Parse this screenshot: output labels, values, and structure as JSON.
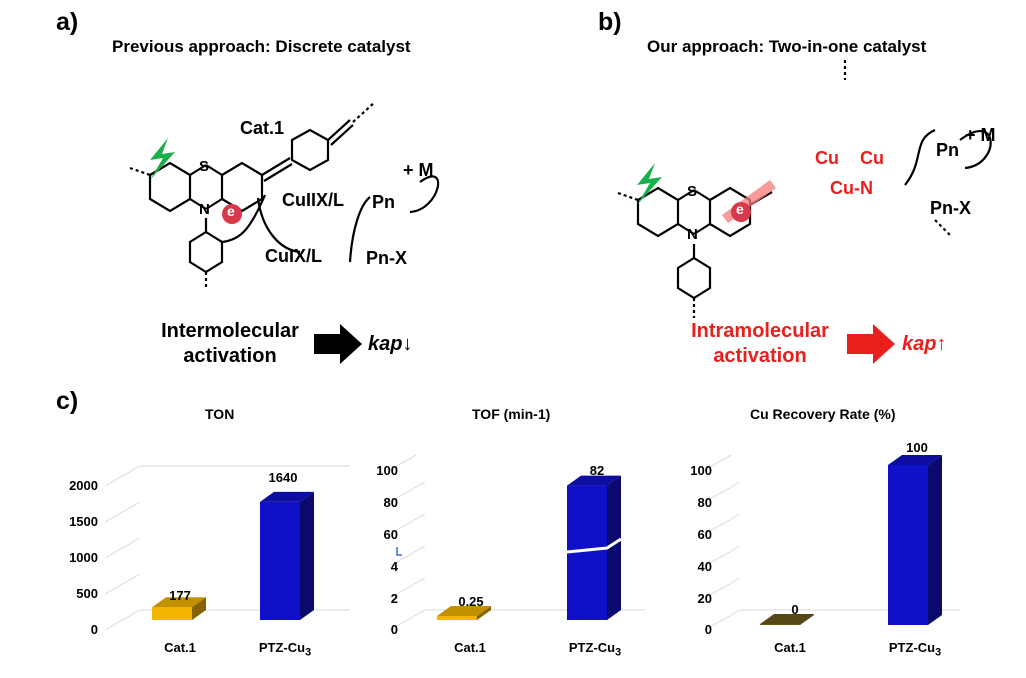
{
  "panels": {
    "a": "a)",
    "b": "b)",
    "c": "c)"
  },
  "scheme_a": {
    "title": "Previous approach: Discrete catalyst",
    "cat_label": "Cat.1",
    "cu2": "CuIIX/L",
    "cu1": "CuIX/L",
    "plus_m": "+ M",
    "pn": "Pn",
    "pnx": "Pn-X",
    "e": "e",
    "activation_line1": "Intermolecular",
    "activation_line2": "activation",
    "kap": "kap↓"
  },
  "scheme_b": {
    "title": "Our approach: Two-in-one catalyst",
    "plus_m": "+ M",
    "pn": "Pn",
    "pnx": "Pn-X",
    "cu": "Cu",
    "cu_n": "Cu-N",
    "e": "e",
    "activation_line1": "Intramolecular",
    "activation_line2": "activation",
    "kap": "kap↑"
  },
  "chart_data": [
    {
      "type": "bar",
      "title": "TON",
      "categories": [
        "Cat.1",
        "PTZ-Cu3"
      ],
      "values": [
        177,
        1640
      ],
      "value_labels": [
        "177",
        "1640"
      ],
      "yticks": [
        "0",
        "500",
        "1000",
        "1500",
        "2000"
      ],
      "ylim": [
        0,
        2000
      ],
      "colors": [
        "#f4b400",
        "#1010c8"
      ]
    },
    {
      "type": "bar",
      "title": "TOF (min-1)",
      "categories": [
        "Cat.1",
        "PTZ-Cu3"
      ],
      "values": [
        0.25,
        82
      ],
      "value_labels": [
        "0.25",
        "82"
      ],
      "yticks": [
        "0",
        "2",
        "4",
        "60",
        "80",
        "100"
      ],
      "axis_break": true,
      "colors": [
        "#f4b400",
        "#1010c8"
      ]
    },
    {
      "type": "bar",
      "title": "Cu Recovery Rate (%)",
      "categories": [
        "Cat.1",
        "PTZ-Cu3"
      ],
      "values": [
        0,
        100
      ],
      "value_labels": [
        "0",
        "100"
      ],
      "yticks": [
        "0",
        "20",
        "40",
        "60",
        "80",
        "100"
      ],
      "ylim": [
        0,
        100
      ],
      "colors": [
        "#6b5a1a",
        "#1010c8"
      ]
    }
  ]
}
